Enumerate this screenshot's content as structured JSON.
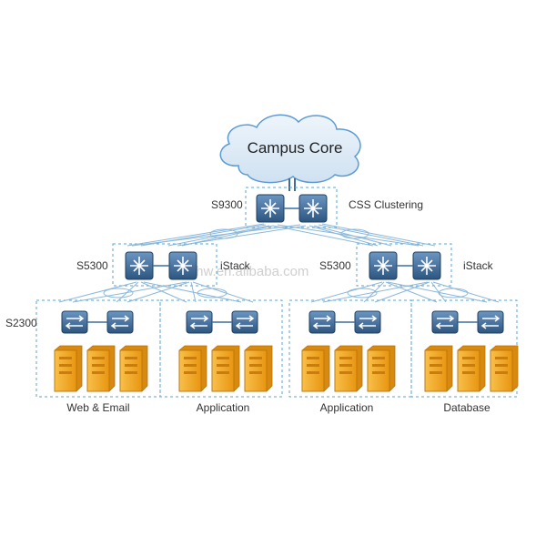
{
  "core": {
    "label": "Campus Core"
  },
  "core_layer": {
    "device": "S9300",
    "cluster": "CSS Clustering"
  },
  "aggregation": [
    {
      "device": "S5300",
      "stack": "iStack"
    },
    {
      "device": "S5300",
      "stack": "iStack"
    }
  ],
  "access": {
    "device": "S2300"
  },
  "groups": [
    {
      "label": "Web & Email"
    },
    {
      "label": "Application"
    },
    {
      "label": "Application"
    },
    {
      "label": "Database"
    }
  ],
  "watermark": "dkjhw.en.alibaba.com",
  "colors": {
    "cloud_fill": "#d9e8f4",
    "cloud_stroke": "#5b9bd5",
    "dashed_box": "#5aa6d6",
    "link": "#8ab8dc",
    "switch_fill": "#3f6e9b",
    "server_fill": "#f2a922"
  }
}
